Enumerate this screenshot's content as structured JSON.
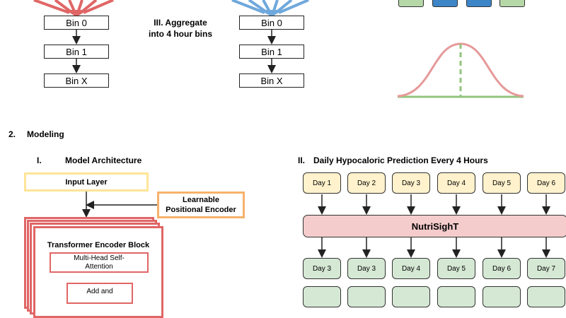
{
  "aggregation": {
    "left_bins": [
      "Bin 0",
      "Bin 1",
      "Bin X"
    ],
    "right_bins": [
      "Bin 0",
      "Bin 1",
      "Bin X"
    ],
    "step_label_line1": "III. Aggregate",
    "step_label_line2": "into 4 hour bins",
    "colors": {
      "red": "#e06666",
      "blue": "#6fa8dc",
      "green": "#93c47d",
      "blue_fill": "#3d85c6",
      "green_fill": "#b6d7a8",
      "curve": "#e69999",
      "dash": "#93c47d"
    }
  },
  "section": {
    "number": "2.",
    "title": "Modeling"
  },
  "architecture": {
    "numeral": "I.",
    "title": "Model Architecture",
    "input_layer": "Input Layer",
    "positional_encoder": "Learnable Positional Encoder",
    "encoder_block_title": "Transformer Encoder Block",
    "attention": "Multi-Head Self-Attention",
    "add_norm": "Add and",
    "colors": {
      "input_border": "#ffe599",
      "encoder_border": "#f6b26b",
      "block_border": "#e06666"
    }
  },
  "prediction": {
    "numeral": "II.",
    "title": "Daily Hypocaloric Prediction Every 4 Hours",
    "inputs": [
      "Day 1",
      "Day 2",
      "Day 3",
      "Day 4",
      "Day 5",
      "Day 6"
    ],
    "model": "NutriSighT",
    "outputs": [
      "Day 3",
      "Day 3",
      "Day 4",
      "Day 5",
      "Day 6",
      "Day 7"
    ],
    "colors": {
      "input_fill": "#fff2cc",
      "model_fill": "#f4cccc",
      "output_fill": "#d5e8d4"
    }
  }
}
